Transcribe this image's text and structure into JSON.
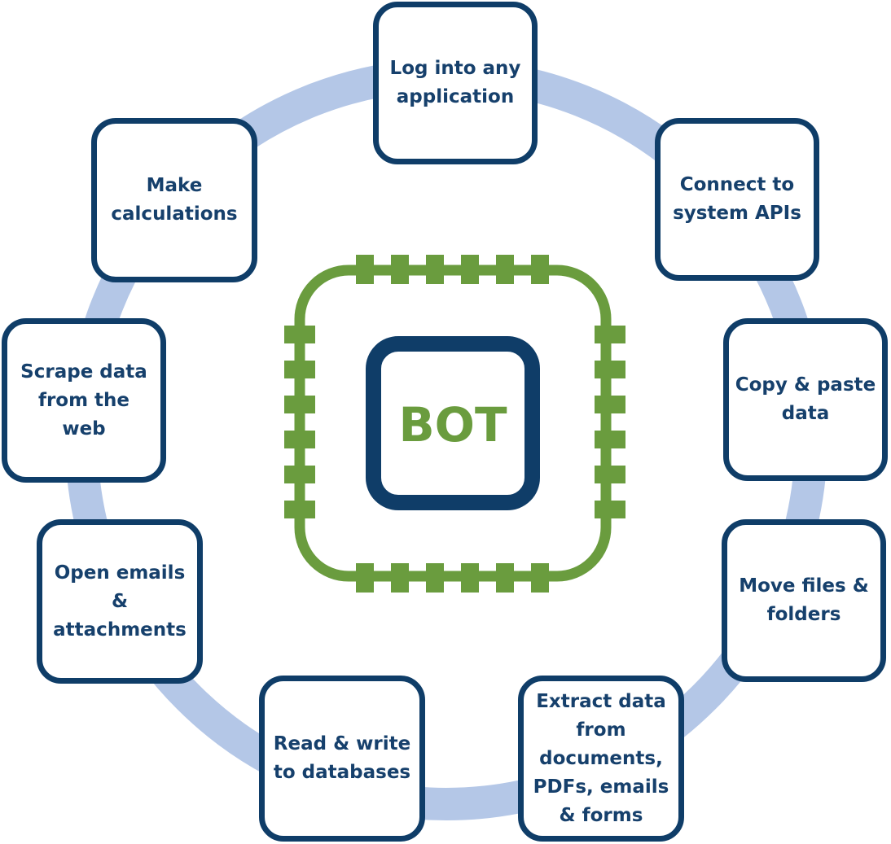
{
  "core": {
    "label": "BOT"
  },
  "nodes": [
    {
      "id": "login",
      "label": "Log into any\napplication"
    },
    {
      "id": "apis",
      "label": "Connect to\nsystem APIs"
    },
    {
      "id": "copy",
      "label": "Copy & paste\ndata"
    },
    {
      "id": "files",
      "label": "Move files &\nfolders"
    },
    {
      "id": "extract",
      "label": "Extract data\nfrom\ndocuments,\nPDFs, emails\n& forms"
    },
    {
      "id": "db",
      "label": "Read & write\nto databases"
    },
    {
      "id": "emails",
      "label": "Open emails\n&\nattachments"
    },
    {
      "id": "scrape",
      "label": "Scrape data\nfrom the\nweb"
    },
    {
      "id": "calc",
      "label": "Make\ncalculations"
    }
  ],
  "colors": {
    "ring": "#b4c7e7",
    "node_border": "#0f3d68",
    "node_text": "#16406c",
    "chip": "#6a9c3e",
    "core_border": "#0f3d68"
  }
}
